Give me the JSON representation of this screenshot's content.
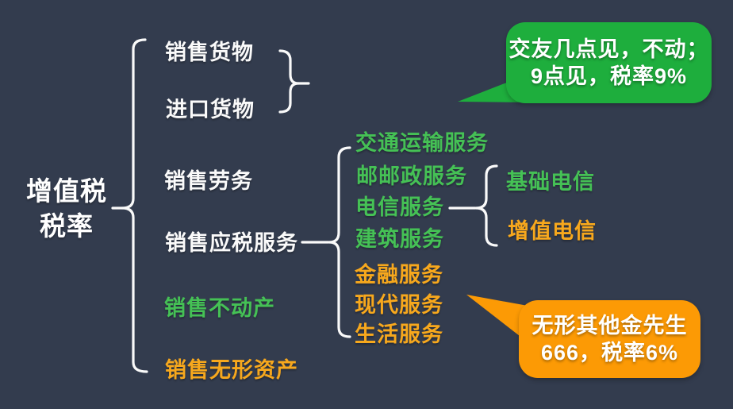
{
  "palette": {
    "background": "#333C4E",
    "text_white": "#FAFAFA",
    "text_green": "#45C155",
    "text_orange": "#F7A81D",
    "bubble_green": "#1EAE3D",
    "bubble_orange": "#FC9A05",
    "connector": "#FAFAFA"
  },
  "root": {
    "line1": "增值税",
    "line2": "税率"
  },
  "main_items": [
    {
      "label": "销售货物",
      "color": "white"
    },
    {
      "label": "进口货物",
      "color": "white"
    },
    {
      "label": "销售劳务",
      "color": "white"
    },
    {
      "label": "销售应税服务",
      "color": "white"
    },
    {
      "label": "销售不动产",
      "color": "green"
    },
    {
      "label": "销售无形资产",
      "color": "orange"
    }
  ],
  "service_items": [
    {
      "label": "交通运输服务",
      "color": "green"
    },
    {
      "label": "邮邮政服务",
      "color": "green"
    },
    {
      "label": "电信服务",
      "color": "green"
    },
    {
      "label": "建筑服务",
      "color": "green"
    },
    {
      "label": "金融服务",
      "color": "orange"
    },
    {
      "label": "现代服务",
      "color": "orange"
    },
    {
      "label": "生活服务",
      "color": "orange"
    }
  ],
  "telecom_items": [
    {
      "label": "基础电信",
      "color": "green"
    },
    {
      "label": "增值电信",
      "color": "orange"
    }
  ],
  "callouts": {
    "rate9": {
      "line1": "交友几点见，不动；",
      "line2": "9点见，税率9%",
      "color": "#1EAE3D"
    },
    "rate6": {
      "line1": "无形其他金先生",
      "line2": "666，税率6%",
      "color": "#FC9A05"
    }
  }
}
